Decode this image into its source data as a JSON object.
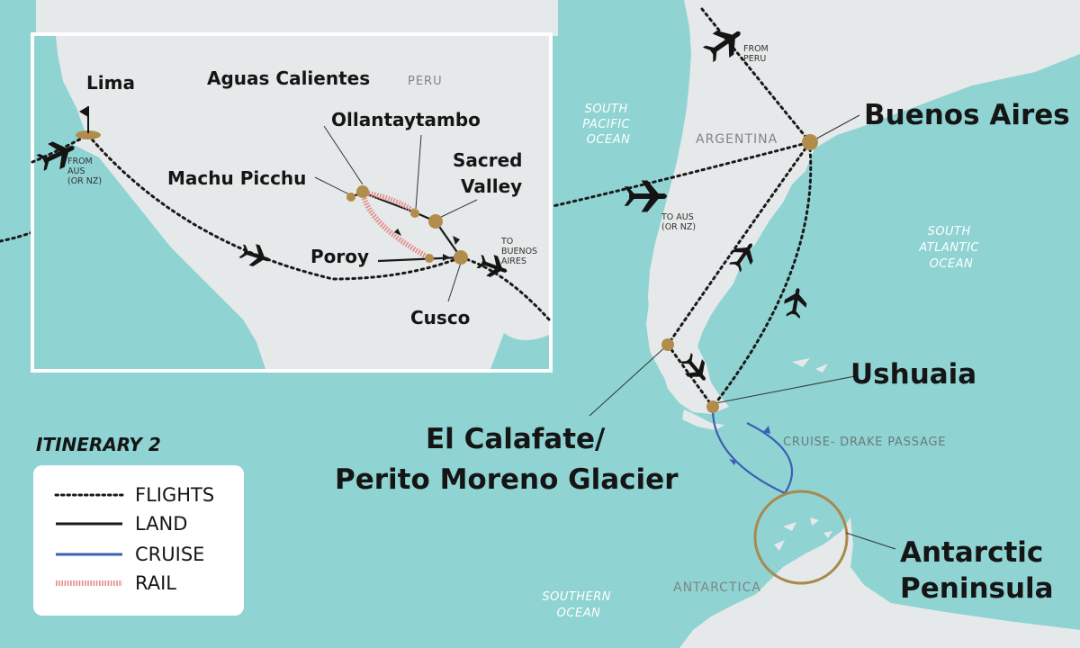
{
  "main_map": {
    "cities": {
      "buenos_aires": "Buenos Aires",
      "ushuaia": "Ushuaia",
      "el_calafate_line1": "El Calafate/",
      "el_calafate_line2": "Perito Moreno Glacier",
      "antarctic_line1": "Antarctic",
      "antarctic_line2": "Peninsula"
    },
    "regions": {
      "argentina": "ARGENTINA",
      "antarctica": "ANTARCTICA"
    },
    "oceans": {
      "south_pacific": [
        "SOUTH",
        "PACIFIC",
        "OCEAN"
      ],
      "south_atlantic": [
        "SOUTH",
        "ATLANTIC",
        "OCEAN"
      ],
      "southern": [
        "SOUTHERN",
        "OCEAN"
      ]
    },
    "notes": {
      "from_peru": [
        "FROM",
        "PERU"
      ],
      "to_aus": [
        "TO AUS",
        "(OR NZ)"
      ],
      "cruise": "CRUISE- DRAKE PASSAGE"
    }
  },
  "inset_map": {
    "region": "PERU",
    "cities": {
      "lima": "Lima",
      "aguas_calientes": "Aguas Calientes",
      "ollantaytambo": "Ollantaytambo",
      "sacred_valley_line1": "Sacred",
      "sacred_valley_line2": "Valley",
      "machu_picchu": "Machu Picchu",
      "poroy": "Poroy",
      "cusco": "Cusco"
    },
    "notes": {
      "from_aus": [
        "FROM",
        "AUS",
        "(OR NZ)"
      ],
      "to_buenos_aires": [
        "TO",
        "BUENOS",
        "AIRES"
      ]
    }
  },
  "legend": {
    "title": "ITINERARY 2",
    "items": [
      {
        "label": "FLIGHTS",
        "style": "flights",
        "color": "#1a1a1a"
      },
      {
        "label": "LAND",
        "style": "land",
        "color": "#1a1a1a"
      },
      {
        "label": "CRUISE",
        "style": "cruise",
        "color": "#3d5fb3"
      },
      {
        "label": "RAIL",
        "style": "rail",
        "color": "#e58a8a"
      }
    ]
  },
  "colors": {
    "sea": "#8fd3d3",
    "land": "#e6e9e9",
    "stop_marker": "#b28c4c",
    "antarctic_circle": "#a88a4e"
  },
  "icons": {
    "plane": "plane-icon",
    "flag": "flag-icon"
  }
}
